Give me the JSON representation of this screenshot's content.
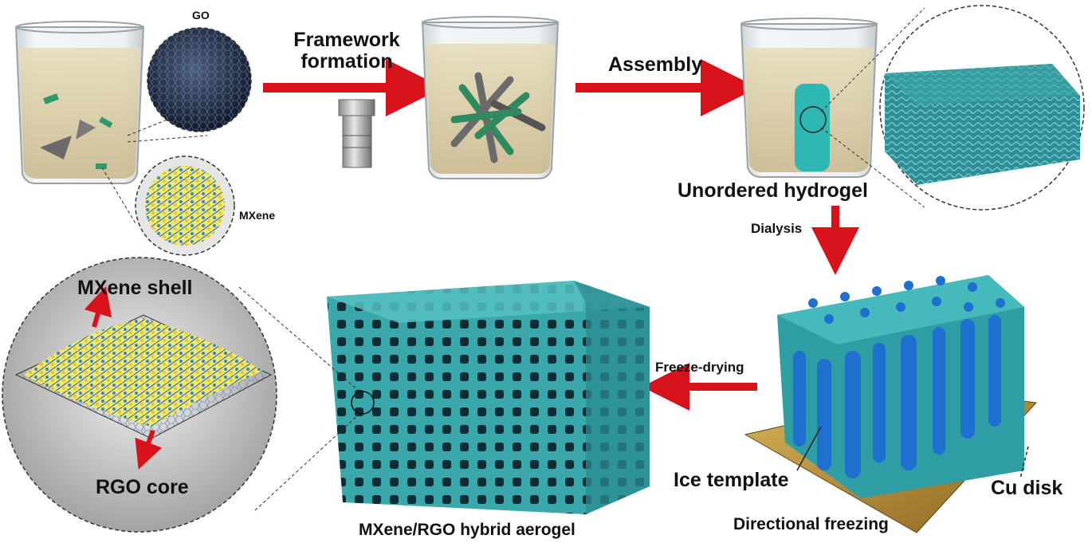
{
  "labels": {
    "go": "GO",
    "mxene": "MXene",
    "framework_formation": "Framework\nformation",
    "assembly": "Assembly",
    "unordered_hydrogel": "Unordered hydrogel",
    "dialysis": "Dialysis",
    "freeze_drying": "Freeze-drying",
    "ice_template": "Ice template",
    "cu_disk": "Cu disk",
    "directional_freezing": "Directional freezing",
    "hybrid_aerogel": "MXene/RGO hybrid aerogel",
    "mxene_shell": "MXene shell",
    "rgo_core": "RGO core"
  },
  "colors": {
    "arrow": "#d8121b",
    "teal": "#3aa7aa",
    "teal_dark": "#1f6f76",
    "ice_blue": "#1e6fd0",
    "copper": "#b98d2d",
    "liquid": "#d9c79b",
    "graphene": "#2b3a55",
    "mxene_yellow": "#e8d83a",
    "mxene_blue": "#2f7fd0"
  }
}
